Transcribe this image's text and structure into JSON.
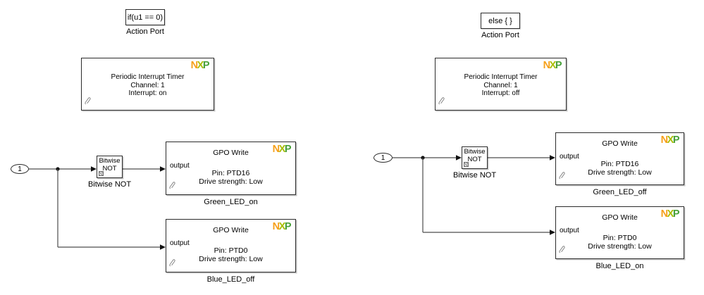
{
  "logo": {
    "letters": [
      {
        "ch": "N",
        "color": "#F6A01A"
      },
      {
        "ch": "X",
        "color": "#A9BD00"
      },
      {
        "ch": "P",
        "color": "#46A038"
      }
    ]
  },
  "colors": {
    "wire": "#4d4d4d",
    "block_border": "#2b2b2b",
    "background": "#ffffff"
  },
  "left": {
    "action_port": {
      "condition": "if(u1 == 0)",
      "label": "Action Port"
    },
    "timer": {
      "line1": "Periodic Interrupt Timer",
      "line2": "Channel: 1",
      "line3": "Interrupt: on"
    },
    "inport": {
      "label": "1"
    },
    "bitwise": {
      "line1": "Bitwise",
      "line2": "NOT",
      "label": "Bitwise NOT"
    },
    "gpo1": {
      "title": "GPO Write",
      "port": "output",
      "pin": "Pin: PTD16",
      "drive": "Drive strength: Low",
      "name": "Green_LED_on"
    },
    "gpo2": {
      "title": "GPO Write",
      "port": "output",
      "pin": "Pin: PTD0",
      "drive": "Drive strength: Low",
      "name": "Blue_LED_off"
    }
  },
  "right": {
    "action_port": {
      "condition": "else { }",
      "label": "Action Port"
    },
    "timer": {
      "line1": "Periodic Interrupt Timer",
      "line2": "Channel: 1",
      "line3": "Interrupt: off"
    },
    "inport": {
      "label": "1"
    },
    "bitwise": {
      "line1": "Bitwise",
      "line2": "NOT",
      "label": "Bitwise NOT"
    },
    "gpo1": {
      "title": "GPO Write",
      "port": "output",
      "pin": "Pin: PTD16",
      "drive": "Drive strength: Low",
      "name": "Green_LED_off"
    },
    "gpo2": {
      "title": "GPO Write",
      "port": "output",
      "pin": "Pin: PTD0",
      "drive": "Drive strength: Low",
      "name": "Blue_LED_on"
    }
  }
}
